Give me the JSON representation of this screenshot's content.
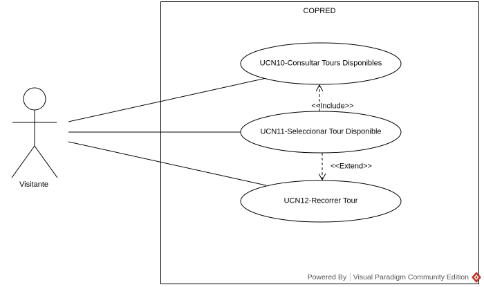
{
  "diagram": {
    "system": {
      "title": "COPRED"
    },
    "actor": {
      "name": "Visitante"
    },
    "use_cases": [
      {
        "id": "uc10",
        "label": "UCN10-Consultar Tours Disponibles"
      },
      {
        "id": "uc11",
        "label": "UCN11-Seleccionar Tour Disponible"
      },
      {
        "id": "uc12",
        "label": "UCN12-Recorrer Tour"
      }
    ],
    "relations": {
      "include": {
        "label": "<<Include>>",
        "from": "uc11",
        "to": "uc10"
      },
      "extend": {
        "label": "<<Extend>>",
        "from": "uc11",
        "to": "uc12"
      }
    }
  },
  "footer": {
    "powered_by": "Powered By",
    "separator": "│",
    "product": "Visual Paradigm Community Edition",
    "logo_icon": "visual-paradigm-logo-icon",
    "logo_color": "#c0392b"
  },
  "colors": {
    "line": "#000000",
    "background": "#ffffff"
  }
}
